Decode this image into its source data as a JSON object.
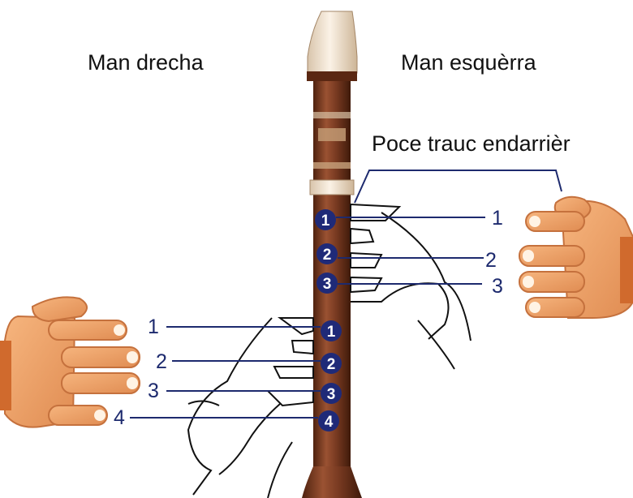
{
  "labels": {
    "right_hand": "Man drecha",
    "left_hand": "Man esquèrra",
    "thumb_hole": "Poce trauc endarrièr"
  },
  "left_hand_fingers": [
    "1",
    "2",
    "3"
  ],
  "right_hand_fingers": [
    "1",
    "2",
    "3",
    "4"
  ],
  "colors": {
    "recorder_wood": "#7a3b22",
    "recorder_mouthpiece": "#f3e6d4",
    "hole_fill": "#1f2a78",
    "leader_line": "#1d2a6e",
    "skin": "#f0a468",
    "skin_shadow": "#c5713d"
  }
}
